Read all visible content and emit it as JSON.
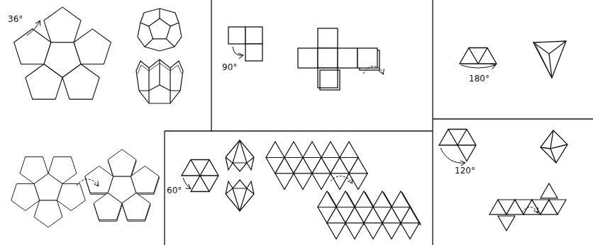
{
  "diagram": {
    "labels": [
      "36°",
      "90°",
      "180°",
      "60°",
      "120°"
    ]
  }
}
